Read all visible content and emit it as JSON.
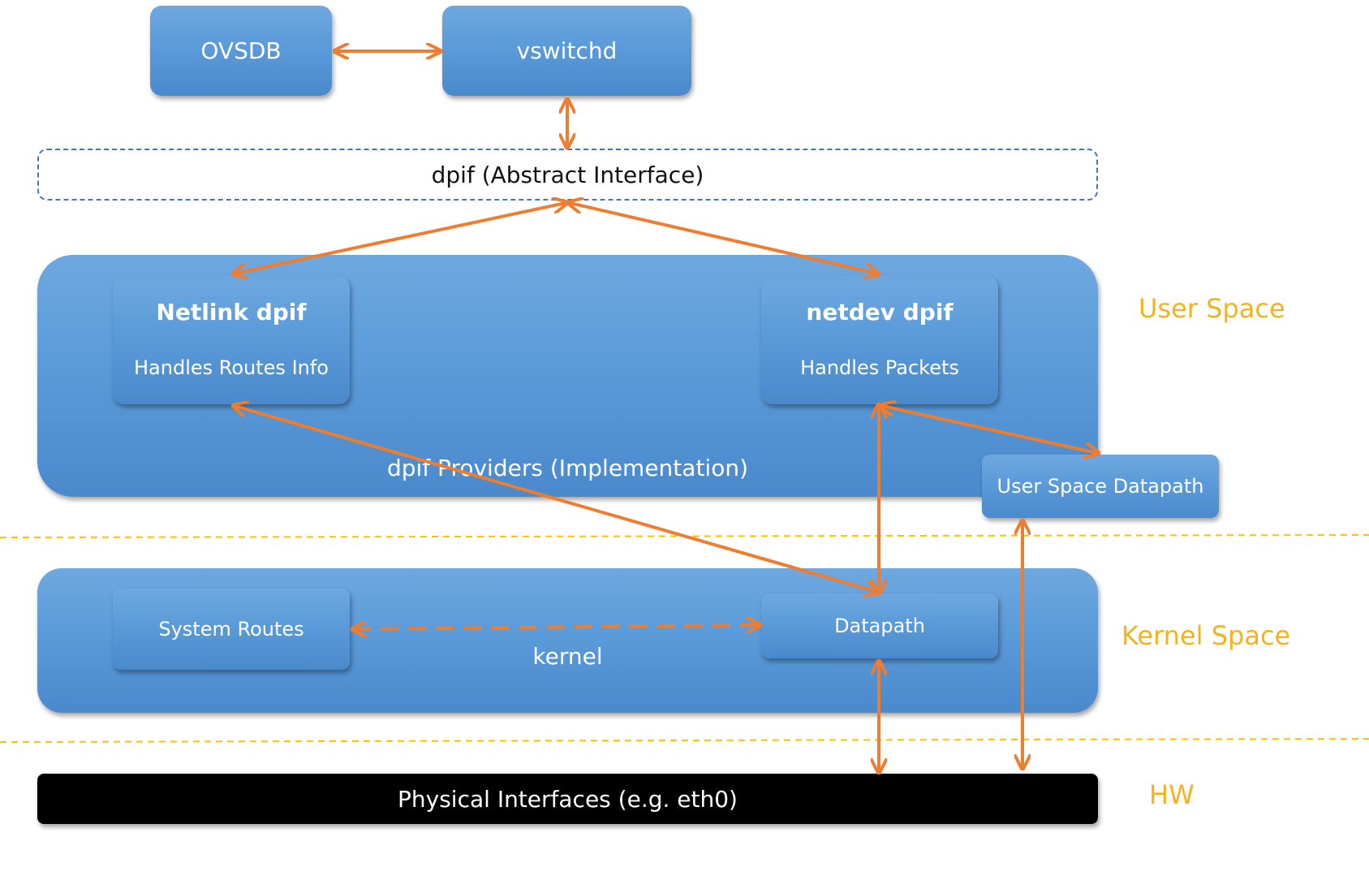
{
  "top": {
    "ovsdb": "OVSDB",
    "vswitchd": "vswitchd"
  },
  "dpif": {
    "label": "dpif (Abstract Interface)"
  },
  "providers": {
    "container_label": "dpif Providers (Implementation)",
    "netlink_title": "Netlink dpif",
    "netlink_subtitle": "Handles Routes Info",
    "netdev_title": "netdev dpif",
    "netdev_subtitle": "Handles Packets",
    "user_space_datapath": "User Space Datapath"
  },
  "kernel": {
    "container_label": "kernel",
    "system_routes": "System Routes",
    "datapath": "Datapath"
  },
  "hw": {
    "physical_interfaces": "Physical Interfaces (e.g. eth0)"
  },
  "side_labels": {
    "user_space": "User Space",
    "kernel_space": "Kernel Space",
    "hw": "HW"
  },
  "colors": {
    "arrow": "#ed7d31",
    "box_blue": "#5b9bd5",
    "dpif_border": "#4472c4",
    "divider": "#ffc000",
    "side_label": "#f4b21f",
    "hw_bar": "#000000"
  }
}
